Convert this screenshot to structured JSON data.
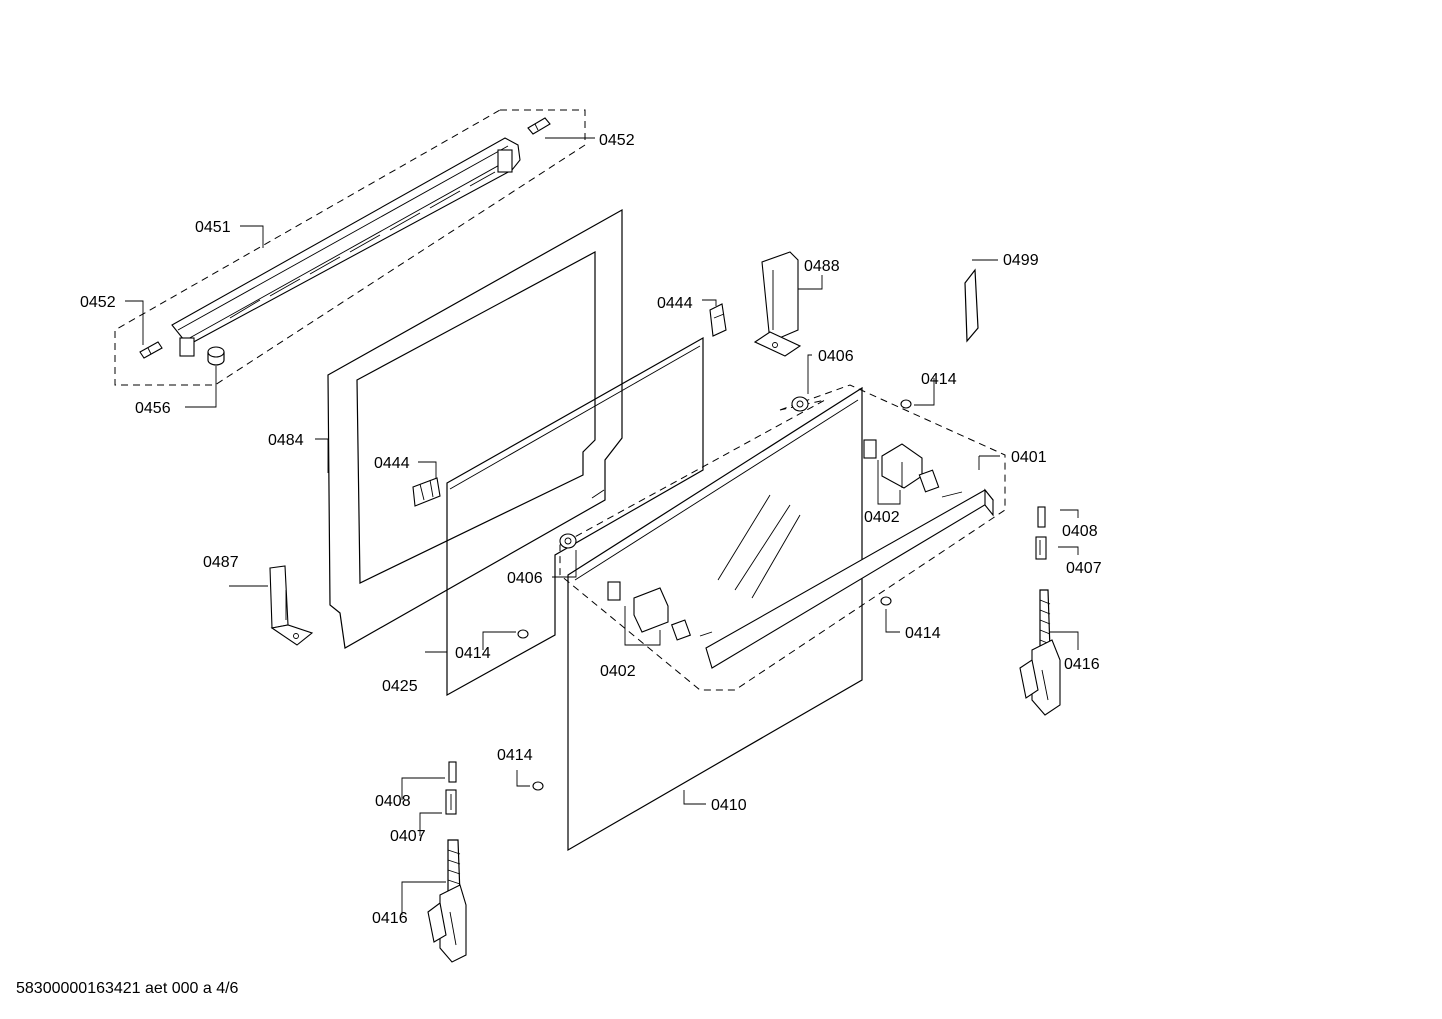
{
  "diagram": {
    "labels": {
      "l0452a": "0452",
      "l0451": "0451",
      "l0452b": "0452",
      "l0456": "0456",
      "l0484": "0484",
      "l0444a": "0444",
      "l0487": "0487",
      "l0425": "0425",
      "l0414a": "0414",
      "l0444b": "0444",
      "l0488": "0488",
      "l0499": "0499",
      "l0406a": "0406",
      "l0414b": "0414",
      "l0401": "0401",
      "l0402a": "0402",
      "l0406b": "0406",
      "l0402b": "0402",
      "l0414c": "0414",
      "l0408a": "0408",
      "l0407a": "0407",
      "l0416a": "0416",
      "l0414d": "0414",
      "l0410": "0410",
      "l0408b": "0408",
      "l0407b": "0407",
      "l0416b": "0416"
    },
    "footer": "58300000163421 aet 000 a 4/6"
  }
}
